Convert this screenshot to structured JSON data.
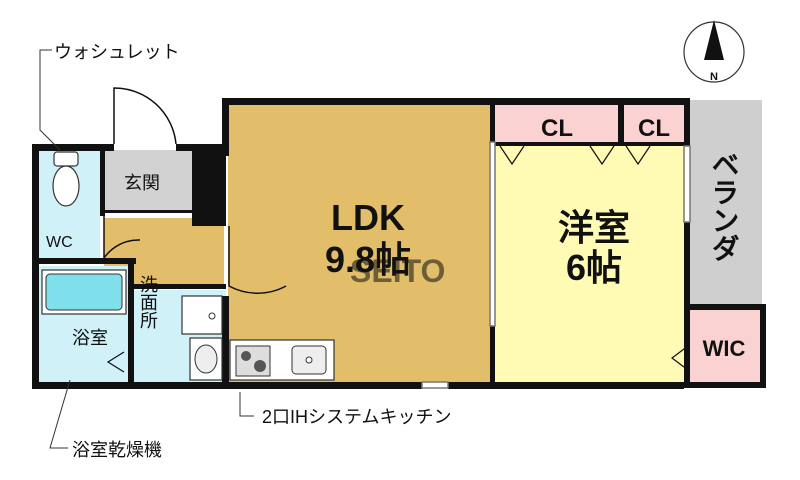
{
  "labels": {
    "washlet": "ウォシュレット",
    "entrance": "玄関",
    "wc": "WC",
    "ldk_name": "LDK",
    "ldk_size": "9.8帖",
    "western_name": "洋室",
    "western_size": "6帖",
    "closet1": "CL",
    "closet2": "CL",
    "balcony": "ベランダ",
    "wic": "WIC",
    "bathroom": "浴室",
    "washroom": "洗面所",
    "kitchen": "2口IHシステムキッチン",
    "bath_dryer": "浴室乾燥機",
    "watermark": "SEITO",
    "compass_north": "N"
  },
  "colors": {
    "ldk_floor": "#E2BE6A",
    "room_floor": "#FFFAB4",
    "wet_area": "#CFF1F7",
    "closet": "#FAD2D2",
    "balcony": "#CFCFCF",
    "entrance": "#D2D2D2",
    "wall": "#111111"
  }
}
